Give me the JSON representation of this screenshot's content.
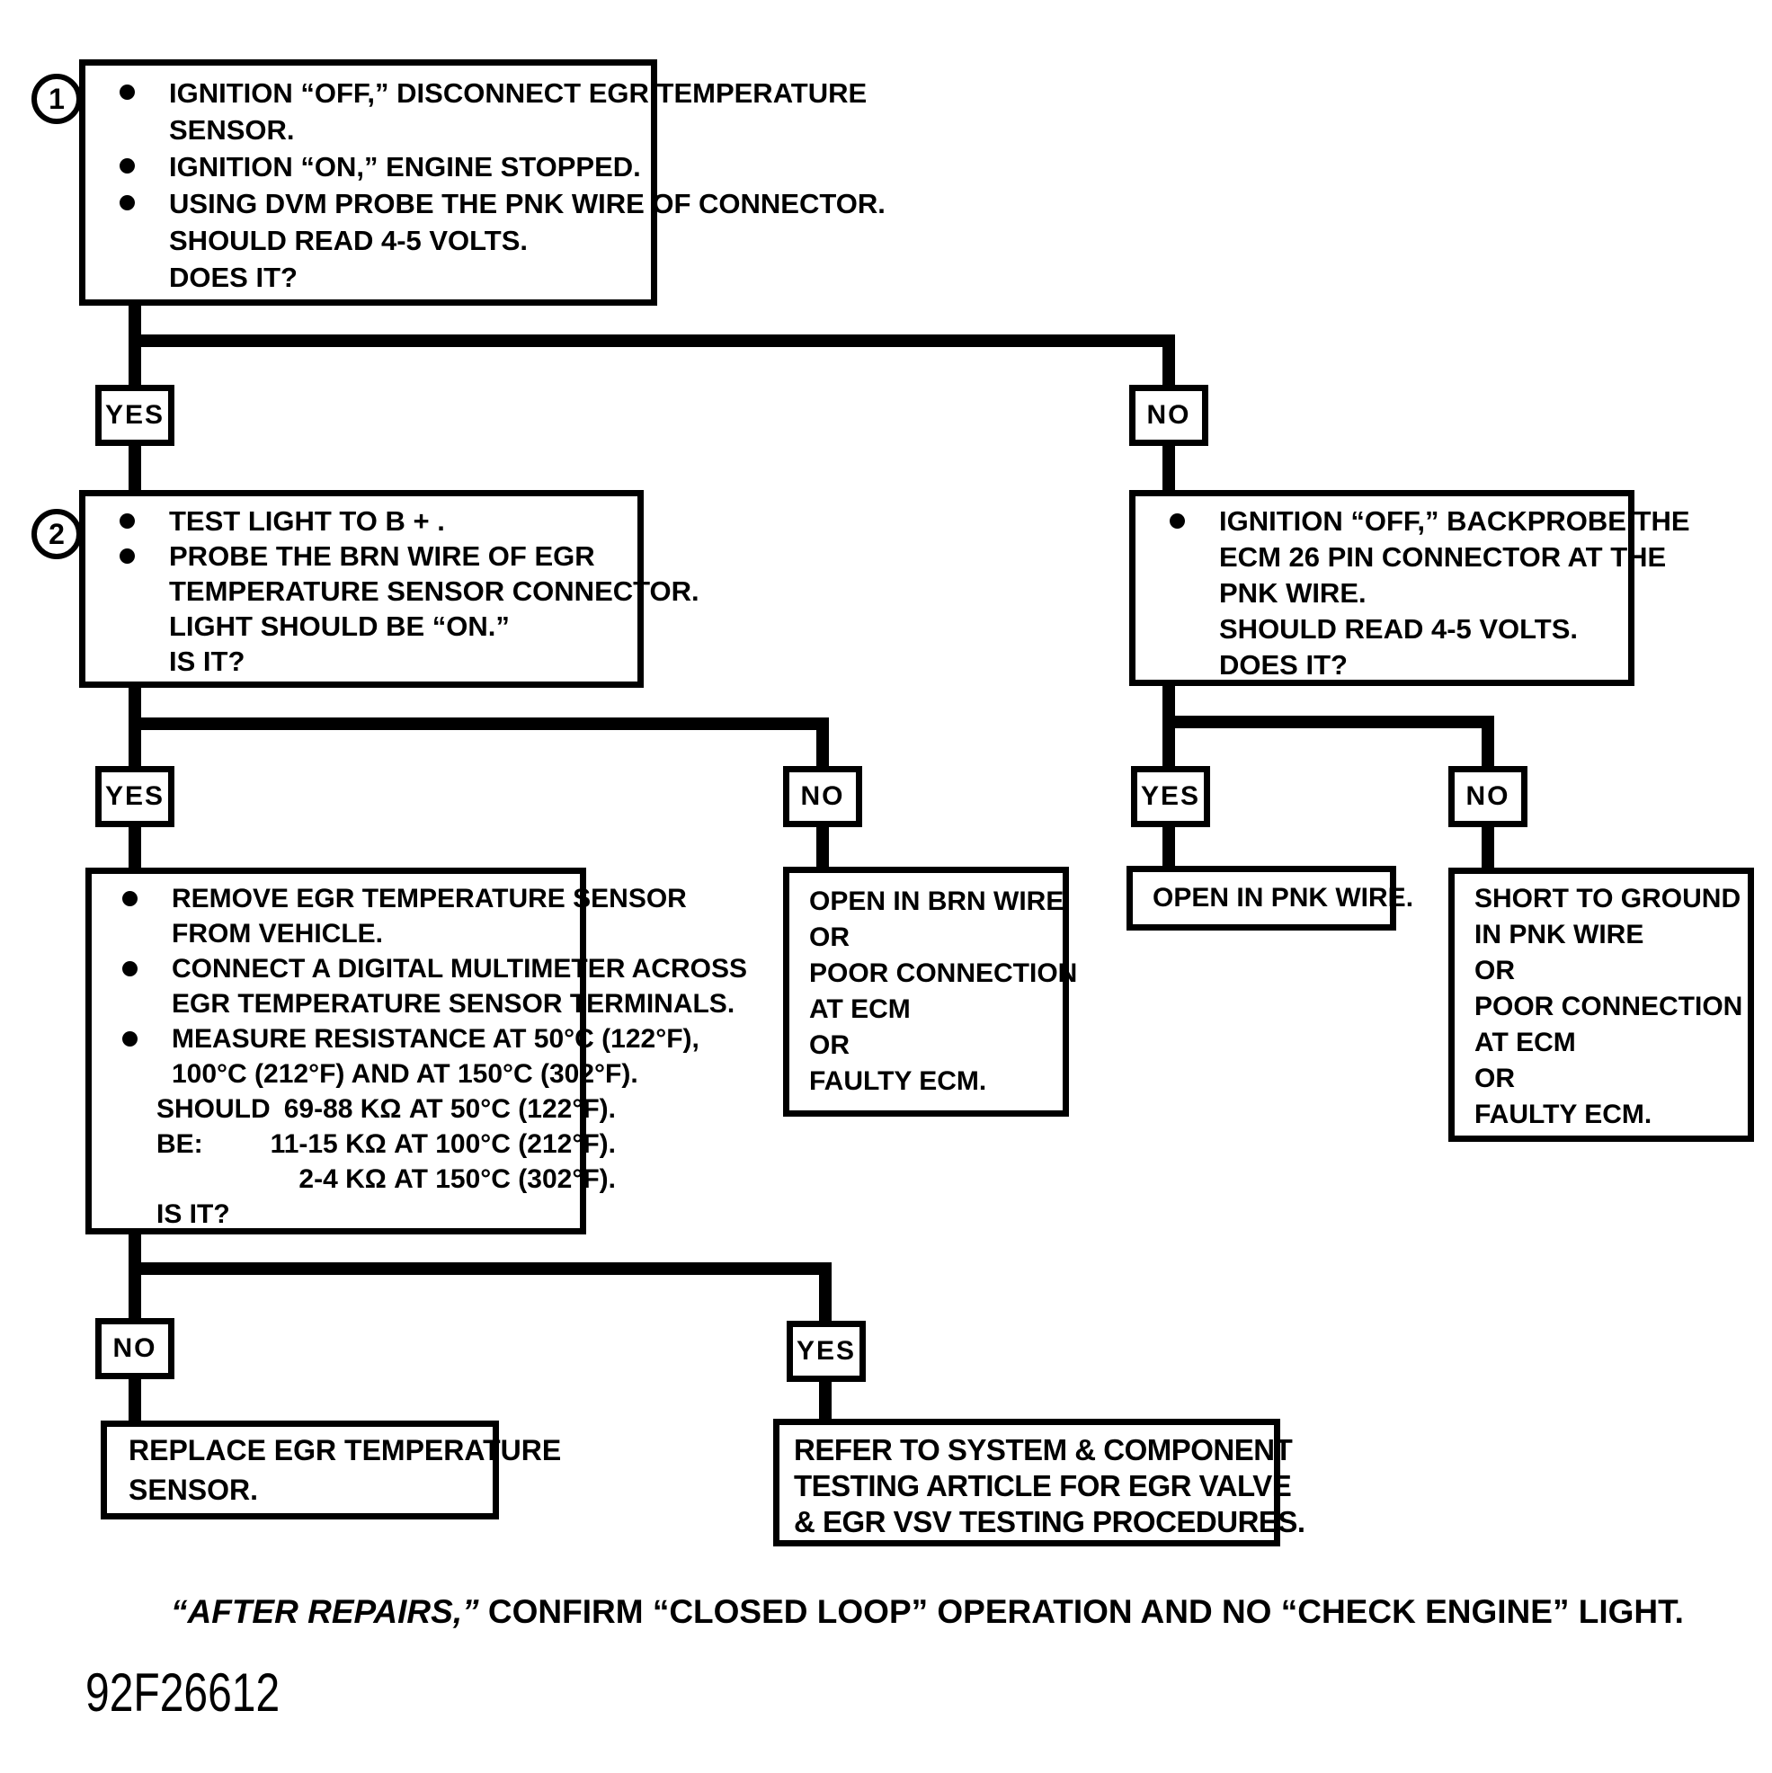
{
  "page": {
    "background": "#ffffff",
    "ink": "#000000"
  },
  "labels": {
    "yes": "YES",
    "no": "NO"
  },
  "nodes": {
    "step1": {
      "badge": "1",
      "bullet1": [
        "IGNITION “OFF,” DISCONNECT EGR TEMPERATURE",
        "SENSOR."
      ],
      "bullet2": [
        "IGNITION “ON,” ENGINE STOPPED."
      ],
      "bullet3": [
        "USING DVM PROBE THE PNK WIRE OF CONNECTOR.",
        "SHOULD READ 4-5 VOLTS.",
        "DOES IT?"
      ]
    },
    "step2": {
      "badge": "2",
      "bullet1": [
        "TEST LIGHT TO B + ."
      ],
      "bullet2": [
        "PROBE THE BRN WIRE OF EGR",
        "TEMPERATURE SENSOR CONNECTOR.",
        "LIGHT SHOULD BE “ON.”",
        "IS IT?"
      ]
    },
    "backprobe": {
      "bullet1": [
        "IGNITION “OFF,” BACKPROBE THE",
        "ECM 26 PIN CONNECTOR AT THE",
        "PNK WIRE.",
        "SHOULD READ 4-5 VOLTS.",
        "DOES IT?"
      ]
    },
    "measure": {
      "bullet1": [
        "REMOVE EGR TEMPERATURE SENSOR",
        "FROM VEHICLE."
      ],
      "bullet2": [
        "CONNECT A DIGITAL MULTIMETER ACROSS",
        "EGR TEMPERATURE SENSOR TERMINALS."
      ],
      "bullet3": [
        "MEASURE RESISTANCE AT 50°C (122°F),",
        "100°C (212°F) AND AT 150°C (302°F)."
      ],
      "should_be_label": "SHOULD BE:",
      "should_be_values": [
        "69-88 KΩ AT 50°C (122°F).",
        "11-15 KΩ AT 100°C (212°F).",
        "2-4 KΩ AT 150°C (302°F)."
      ],
      "question": "IS IT?"
    },
    "open_brn": [
      "OPEN IN BRN WIRE",
      "OR",
      "POOR CONNECTION",
      "AT ECM",
      "OR",
      "FAULTY ECM."
    ],
    "open_pnk": [
      "OPEN IN PNK WIRE."
    ],
    "short_ground": [
      "SHORT TO GROUND",
      "IN PNK WIRE",
      "OR",
      "POOR CONNECTION",
      "AT ECM",
      "OR",
      "FAULTY ECM."
    ],
    "replace": [
      "REPLACE EGR TEMPERATURE",
      "SENSOR."
    ],
    "refer": [
      "REFER TO SYSTEM & COMPONENT",
      "TESTING ARTICLE FOR EGR VALVE",
      "& EGR VSV TESTING PROCEDURES."
    ]
  },
  "footer": {
    "italic_part": "“AFTER REPAIRS,”",
    "rest": " CONFIRM “CLOSED LOOP” OPERATION AND NO “CHECK ENGINE” LIGHT.",
    "code": "92F26612"
  }
}
